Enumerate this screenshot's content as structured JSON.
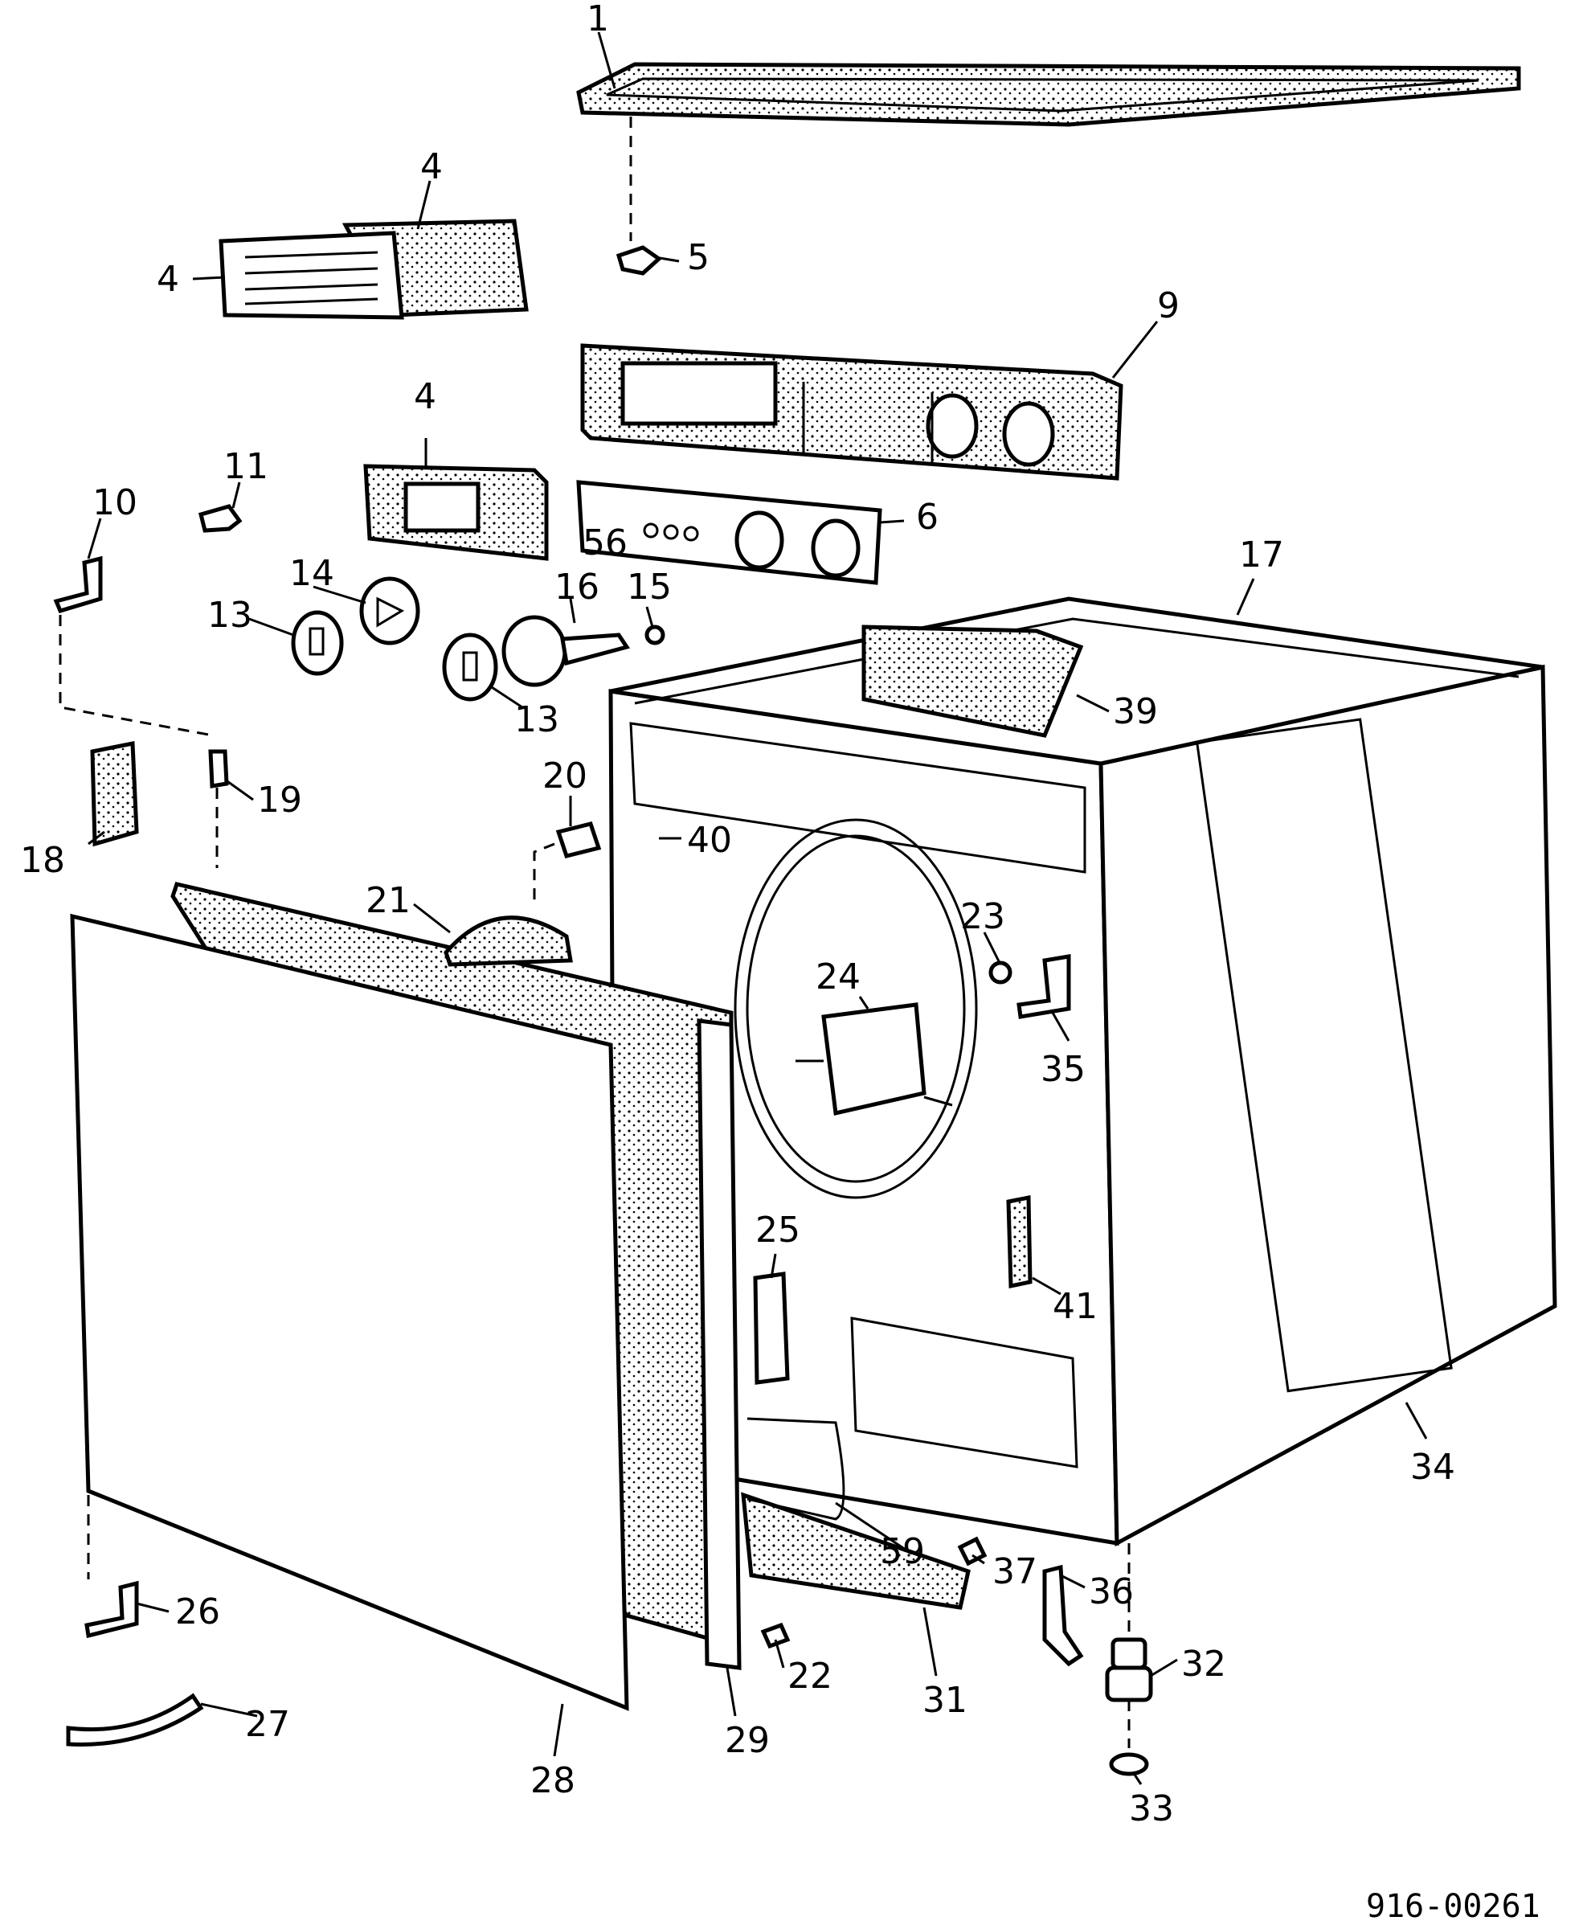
{
  "labels": [
    {
      "id": "1",
      "text": "1"
    },
    {
      "id": "4a",
      "text": "4"
    },
    {
      "id": "4b",
      "text": "4"
    },
    {
      "id": "4c",
      "text": "4"
    },
    {
      "id": "5",
      "text": "5"
    },
    {
      "id": "6",
      "text": "6"
    },
    {
      "id": "9",
      "text": "9"
    },
    {
      "id": "10",
      "text": "10"
    },
    {
      "id": "11",
      "text": "11"
    },
    {
      "id": "13a",
      "text": "13"
    },
    {
      "id": "13b",
      "text": "13"
    },
    {
      "id": "14",
      "text": "14"
    },
    {
      "id": "15",
      "text": "15"
    },
    {
      "id": "16",
      "text": "16"
    },
    {
      "id": "17",
      "text": "17"
    },
    {
      "id": "18",
      "text": "18"
    },
    {
      "id": "19",
      "text": "19"
    },
    {
      "id": "20",
      "text": "20"
    },
    {
      "id": "21",
      "text": "21"
    },
    {
      "id": "22",
      "text": "22"
    },
    {
      "id": "23",
      "text": "23"
    },
    {
      "id": "24",
      "text": "24"
    },
    {
      "id": "25",
      "text": "25"
    },
    {
      "id": "26",
      "text": "26"
    },
    {
      "id": "27",
      "text": "27"
    },
    {
      "id": "28",
      "text": "28"
    },
    {
      "id": "29",
      "text": "29"
    },
    {
      "id": "31",
      "text": "31"
    },
    {
      "id": "32",
      "text": "32"
    },
    {
      "id": "33",
      "text": "33"
    },
    {
      "id": "34",
      "text": "34"
    },
    {
      "id": "35",
      "text": "35"
    },
    {
      "id": "36",
      "text": "36"
    },
    {
      "id": "37",
      "text": "37"
    },
    {
      "id": "39",
      "text": "39"
    },
    {
      "id": "40",
      "text": "40"
    },
    {
      "id": "41",
      "text": "41"
    },
    {
      "id": "56",
      "text": "56"
    },
    {
      "id": "59",
      "text": "59"
    }
  ],
  "reference_code": "916-00261"
}
